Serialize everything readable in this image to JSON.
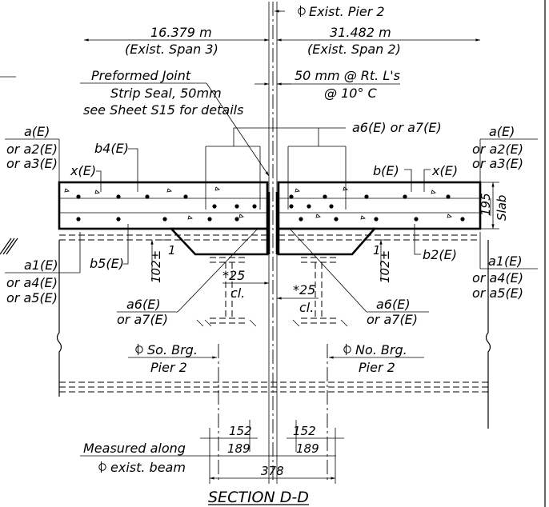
{
  "labels": {
    "exist_pier": "Exist. Pier 2",
    "span3_length": "16.379 m",
    "span3_name": "(Exist. Span 3)",
    "span2_length": "31.482 m",
    "span2_name": "(Exist. Span 2)",
    "joint_line1": "Preformed Joint",
    "joint_line2": "Strip Seal, 50mm",
    "joint_line3": "see Sheet S15 for details",
    "gap_line1": "50 mm @ Rt. L's",
    "gap_line2": "@ 10° C",
    "a6_a7_top": "a6(E) or a7(E)",
    "left_a_group": [
      "a(E)",
      "or a2(E)",
      "or a3(E)"
    ],
    "right_a_group": [
      "a(E)",
      "or a2(E)",
      "or a3(E)"
    ],
    "b4": "b4(E)",
    "x_left": "x(E)",
    "x_right": "x(E)",
    "b_right": "b(E)",
    "b5": "b5(E)",
    "b2": "b2(E)",
    "left_a1_group": [
      "a1(E)",
      "or a4(E)",
      "or a5(E)"
    ],
    "right_a1_group": [
      "a1(E)",
      "or a4(E)",
      "or a5(E)"
    ],
    "slab_depth": "195",
    "slab_word": "Slab",
    "haunch_left": "102±",
    "haunch_right": "102±",
    "one_left": "1",
    "one_right": "1",
    "cl_left_value": "*25",
    "cl_left_unit": "cl.",
    "cl_right_value": "*25",
    "cl_right_unit": "cl.",
    "a6_left": [
      "a6(E)",
      "or a7(E)"
    ],
    "a6_right": [
      "a6(E)",
      "or a7(E)"
    ],
    "so_brg": [
      "So. Brg.",
      "Pier 2"
    ],
    "no_brg": [
      "No. Brg.",
      "Pier 2"
    ],
    "dim_152_left": "152",
    "dim_152_right": "152",
    "dim_189_left": "189",
    "dim_189_right": "189",
    "dim_378": "378",
    "measured": [
      "Measured along",
      "exist. beam"
    ],
    "section_title": "SECTION D-D"
  }
}
